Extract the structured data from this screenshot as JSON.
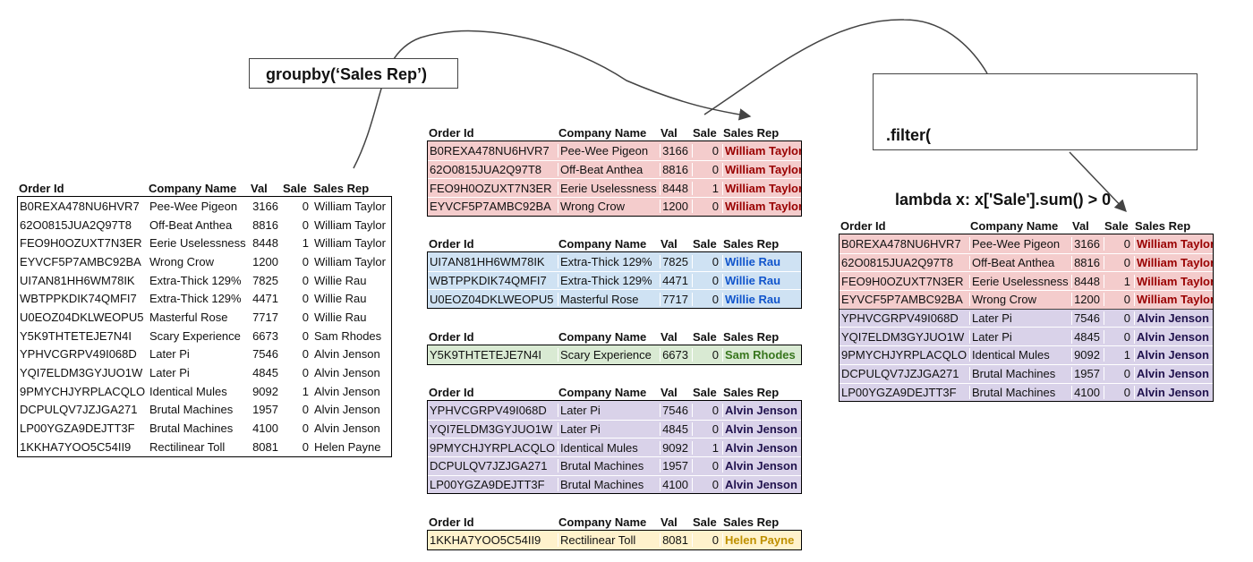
{
  "labels": {
    "groupby": "groupby(‘Sales Rep’)",
    "filter_lines": [
      ".filter(",
      "  lambda x: x['Sale'].sum() > 0",
      ")"
    ]
  },
  "headers": [
    "Order Id",
    "Company Name",
    "Val",
    "Sale",
    "Sales Rep"
  ],
  "colors": {
    "red_bg": "#f4cccc",
    "red_text": "#990000",
    "blue_bg": "#cfe2f3",
    "blue_text": "#1155cc",
    "green_bg": "#d9ead3",
    "green_text": "#38761d",
    "purple_bg": "#d9d2e9",
    "purple_text": "#20124d",
    "yellow_bg": "#fff2cc",
    "yellow_text": "#bf9000"
  },
  "original": [
    [
      "B0REXA478NU6HVR7",
      "Pee-Wee Pigeon",
      "3166",
      "0",
      "William Taylor"
    ],
    [
      "62O0815JUA2Q97T8",
      "Off-Beat Anthea",
      "8816",
      "0",
      "William Taylor"
    ],
    [
      "FEO9H0OZUXT7N3ER",
      "Eerie Uselessness",
      "8448",
      "1",
      "William Taylor"
    ],
    [
      "EYVCF5P7AMBC92BA",
      "Wrong Crow",
      "1200",
      "0",
      "William Taylor"
    ],
    [
      "UI7AN81HH6WM78IK",
      "Extra-Thick 129%",
      "7825",
      "0",
      "Willie Rau"
    ],
    [
      "WBTPPKDIK74QMFI7",
      "Extra-Thick 129%",
      "4471",
      "0",
      "Willie Rau"
    ],
    [
      "U0EOZ04DKLWEOPU5",
      "Masterful Rose",
      "7717",
      "0",
      "Willie Rau"
    ],
    [
      "Y5K9THTETEJE7N4I",
      "Scary Experience",
      "6673",
      "0",
      "Sam Rhodes"
    ],
    [
      "YPHVCGRPV49I068D",
      "Later Pi",
      "7546",
      "0",
      "Alvin Jenson"
    ],
    [
      "YQI7ELDM3GYJUO1W",
      "Later Pi",
      "4845",
      "0",
      "Alvin Jenson"
    ],
    [
      "9PMYCHJYRPLACQLO",
      "Identical Mules",
      "9092",
      "1",
      "Alvin Jenson"
    ],
    [
      "DCPULQV7JZJGA271",
      "Brutal Machines",
      "1957",
      "0",
      "Alvin Jenson"
    ],
    [
      "LP00YGZA9DEJTT3F",
      "Brutal Machines",
      "4100",
      "0",
      "Alvin Jenson"
    ],
    [
      "1KKHA7YOO5C54II9",
      "Rectilinear Toll",
      "8081",
      "0",
      "Helen Payne"
    ]
  ],
  "groups": [
    {
      "color": "red",
      "rows": [
        [
          "B0REXA478NU6HVR7",
          "Pee-Wee Pigeon",
          "3166",
          "0",
          "William Taylor"
        ],
        [
          "62O0815JUA2Q97T8",
          "Off-Beat Anthea",
          "8816",
          "0",
          "William Taylor"
        ],
        [
          "FEO9H0OZUXT7N3ER",
          "Eerie Uselessness",
          "8448",
          "1",
          "William Taylor"
        ],
        [
          "EYVCF5P7AMBC92BA",
          "Wrong Crow",
          "1200",
          "0",
          "William Taylor"
        ]
      ]
    },
    {
      "color": "blue",
      "rows": [
        [
          "UI7AN81HH6WM78IK",
          "Extra-Thick 129%",
          "7825",
          "0",
          "Willie Rau"
        ],
        [
          "WBTPPKDIK74QMFI7",
          "Extra-Thick 129%",
          "4471",
          "0",
          "Willie Rau"
        ],
        [
          "U0EOZ04DKLWEOPU5",
          "Masterful Rose",
          "7717",
          "0",
          "Willie Rau"
        ]
      ]
    },
    {
      "color": "green",
      "rows": [
        [
          "Y5K9THTETEJE7N4I",
          "Scary Experience",
          "6673",
          "0",
          "Sam Rhodes"
        ]
      ]
    },
    {
      "color": "purple",
      "rows": [
        [
          "YPHVCGRPV49I068D",
          "Later Pi",
          "7546",
          "0",
          "Alvin Jenson"
        ],
        [
          "YQI7ELDM3GYJUO1W",
          "Later Pi",
          "4845",
          "0",
          "Alvin Jenson"
        ],
        [
          "9PMYCHJYRPLACQLO",
          "Identical Mules",
          "9092",
          "1",
          "Alvin Jenson"
        ],
        [
          "DCPULQV7JZJGA271",
          "Brutal Machines",
          "1957",
          "0",
          "Alvin Jenson"
        ],
        [
          "LP00YGZA9DEJTT3F",
          "Brutal Machines",
          "4100",
          "0",
          "Alvin Jenson"
        ]
      ]
    },
    {
      "color": "yellow",
      "rows": [
        [
          "1KKHA7YOO5C54II9",
          "Rectilinear Toll",
          "8081",
          "0",
          "Helen Payne"
        ]
      ]
    }
  ],
  "filtered": [
    {
      "color": "red",
      "rows": [
        [
          "B0REXA478NU6HVR7",
          "Pee-Wee Pigeon",
          "3166",
          "0",
          "William Taylor"
        ],
        [
          "62O0815JUA2Q97T8",
          "Off-Beat Anthea",
          "8816",
          "0",
          "William Taylor"
        ],
        [
          "FEO9H0OZUXT7N3ER",
          "Eerie Uselessness",
          "8448",
          "1",
          "William Taylor"
        ],
        [
          "EYVCF5P7AMBC92BA",
          "Wrong Crow",
          "1200",
          "0",
          "William Taylor"
        ]
      ]
    },
    {
      "color": "purple",
      "rows": [
        [
          "YPHVCGRPV49I068D",
          "Later Pi",
          "7546",
          "0",
          "Alvin Jenson"
        ],
        [
          "YQI7ELDM3GYJUO1W",
          "Later Pi",
          "4845",
          "0",
          "Alvin Jenson"
        ],
        [
          "9PMYCHJYRPLACQLO",
          "Identical Mules",
          "9092",
          "1",
          "Alvin Jenson"
        ],
        [
          "DCPULQV7JZJGA271",
          "Brutal Machines",
          "1957",
          "0",
          "Alvin Jenson"
        ],
        [
          "LP00YGZA9DEJTT3F",
          "Brutal Machines",
          "4100",
          "0",
          "Alvin Jenson"
        ]
      ]
    }
  ]
}
